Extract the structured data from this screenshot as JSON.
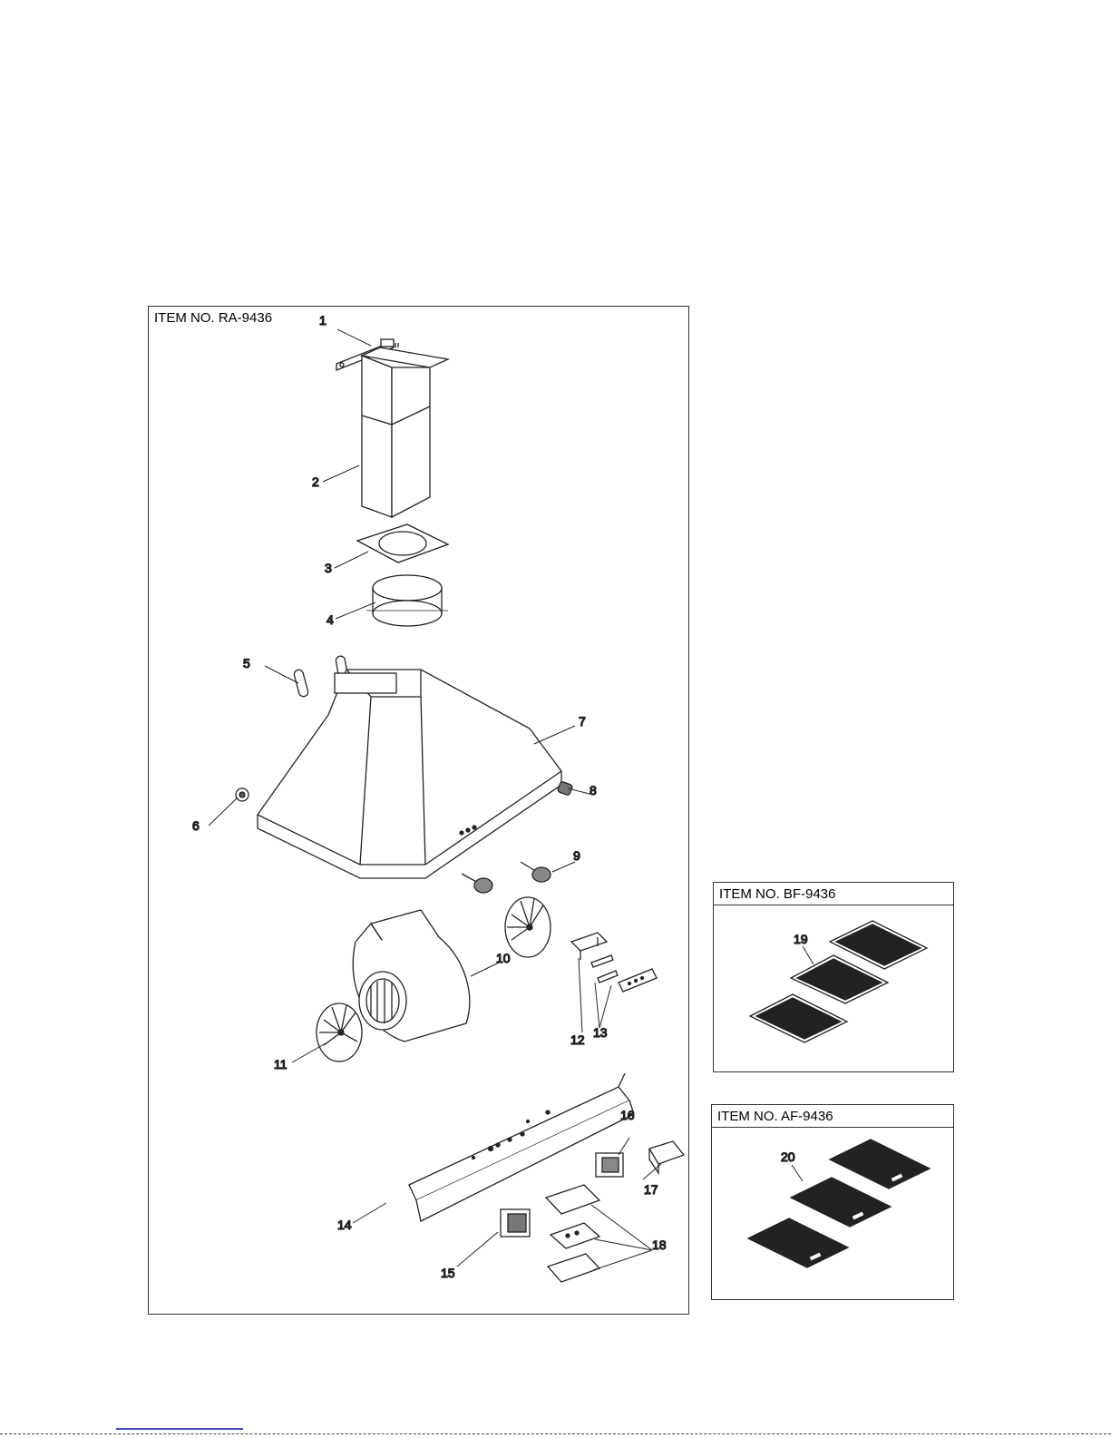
{
  "main_box": {
    "title": "ITEM NO. RA-9436"
  },
  "bf_box": {
    "title": "ITEM NO. BF-9436"
  },
  "af_box": {
    "title": "ITEM NO. AF-9436"
  },
  "callouts": [
    "1",
    "2",
    "3",
    "4",
    "5",
    "6",
    "7",
    "8",
    "9",
    "10",
    "11",
    "12",
    "13",
    "14",
    "15",
    "16",
    "17",
    "18",
    "19",
    "20"
  ]
}
